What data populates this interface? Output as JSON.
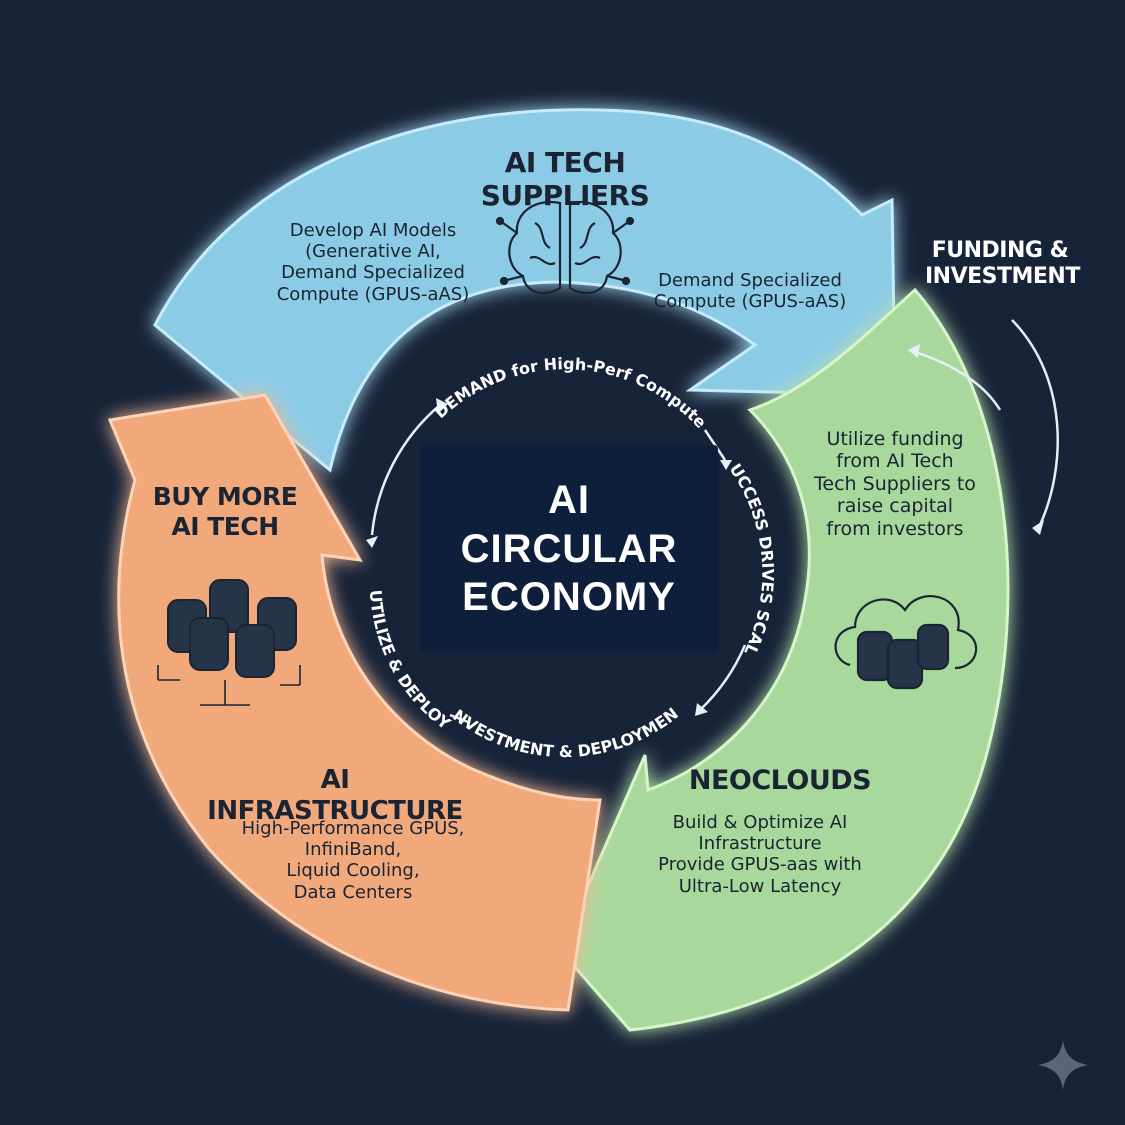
{
  "center": {
    "lines": [
      "AI",
      "CIRCULAR",
      "ECONOMY"
    ]
  },
  "segments": {
    "suppliers": {
      "title": "AI TECH SUPPLIERS",
      "left_text": [
        "Develop AI Models",
        "(Generative AI,",
        "Demand Specialized",
        "Compute (GPUS-aAS)"
      ],
      "right_text": [
        "Demand Specialized",
        "Compute (GPUS-aAS)"
      ]
    },
    "infrastructure": {
      "top_text": [
        "BUY MORE",
        "AI TECH"
      ],
      "title": "AI INFRASTRUCTURE",
      "body": [
        "High-Performance GPUS,",
        "InfiniBand,",
        "Liquid Cooling,",
        "Data Centers"
      ]
    },
    "neoclouds": {
      "top_text": [
        "Utilize funding",
        "from AI Tech",
        "Tech Suppliers to",
        "raise capital",
        "from investors"
      ],
      "title": "NEOCLOUDS",
      "body": [
        "Build & Optimize AI",
        "Infrastructure",
        "Provide GPUS-aas with",
        "Ultra-Low Latency"
      ]
    }
  },
  "funding": {
    "lines": [
      "FUNDING &",
      "INVESTMENT"
    ]
  },
  "inner_ring": {
    "top": "DEMAND for High-Perf Compute",
    "right": "SUCCESS DRIVES SCALE",
    "bottom": "INVESTMENT & DEPLOYMENT",
    "left": "UTILIZE & DEPLOY"
  },
  "colors": {
    "background": "#172338",
    "suppliers": "#8ccbe6",
    "infrastructure": "#f1a97c",
    "neoclouds": "#a9d89c",
    "center_box": "#0d1f3a"
  }
}
